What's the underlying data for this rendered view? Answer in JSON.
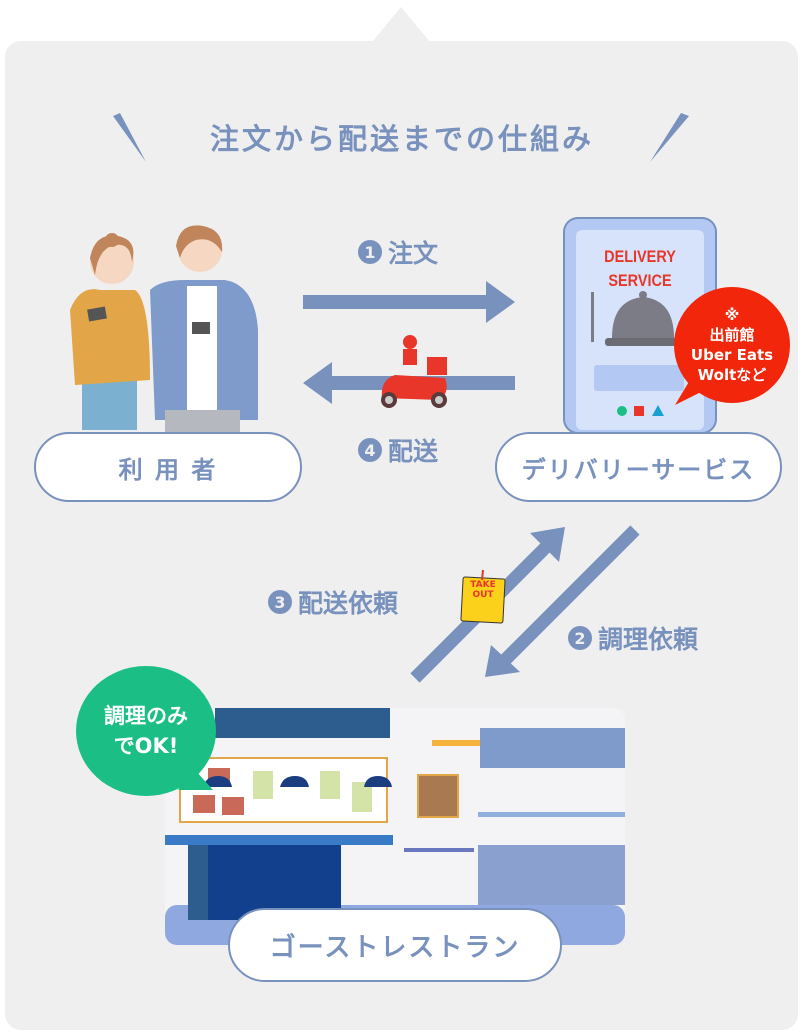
{
  "title": "注文から配送までの仕組み",
  "nodes": {
    "user": "利 用 者",
    "delivery": "デリバリーサービス",
    "restaurant": "ゴーストレストラン"
  },
  "steps": [
    {
      "num": "1",
      "label": "注文"
    },
    {
      "num": "2",
      "label": "調理依頼"
    },
    {
      "num": "3",
      "label": "配送依頼"
    },
    {
      "num": "4",
      "label": "配送"
    }
  ],
  "phone": {
    "line1": "DELIVERY",
    "line2": "SERVICE"
  },
  "delivery_bubble": {
    "mark": "※",
    "line1": "出前館",
    "line2": "Uber Eats",
    "line3": "Woltなど"
  },
  "restaurant_bubble": {
    "line1": "調理のみ",
    "line2": "でOK!"
  },
  "takeout_bag": {
    "line1": "TAKE",
    "line2": "OUT"
  },
  "colors": {
    "accent": "#7891bd",
    "background": "#efefef",
    "red": "#f1260a",
    "green": "#1bbf86"
  }
}
